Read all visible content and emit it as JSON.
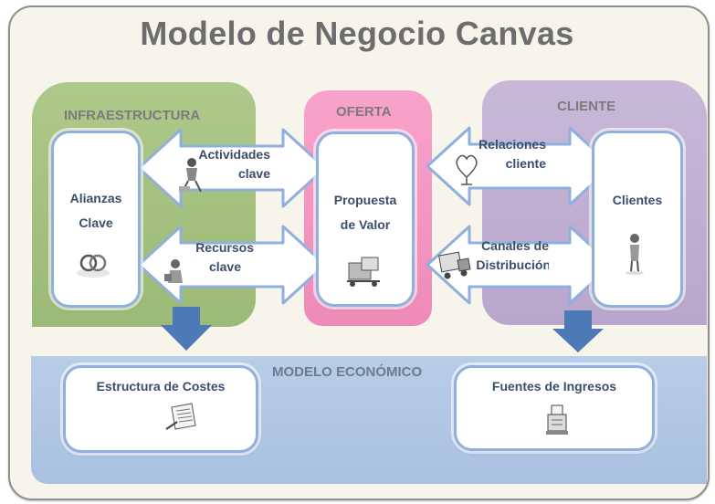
{
  "title": "Modelo de Negocio Canvas",
  "sections": {
    "infraestructura": "INFRAESTRUCTURA",
    "oferta": "OFERTA",
    "cliente": "CLIENTE",
    "economico": "MODELO ECONÓMICO"
  },
  "boxes": {
    "alianzas": [
      "Alianzas",
      "Clave"
    ],
    "propuesta": [
      "Propuesta",
      "de Valor"
    ],
    "clientes": [
      "Clientes"
    ],
    "costes": "Estructura de Costes",
    "ingresos": "Fuentes de Ingresos"
  },
  "arrows": {
    "actividades": [
      "Actividades",
      "clave"
    ],
    "recursos": [
      "Recursos",
      "clave"
    ],
    "relaciones": [
      "Relaciones",
      "cliente"
    ],
    "canales": [
      "Canales de",
      "Distribución"
    ]
  },
  "colors": {
    "infraestructura": "#a6c281",
    "oferta": "#f396c1",
    "cliente": "#c1b0d3",
    "economico": "#afc6e3",
    "down_arrow": "#4d79b6",
    "box_border": "#8fb0dd"
  }
}
